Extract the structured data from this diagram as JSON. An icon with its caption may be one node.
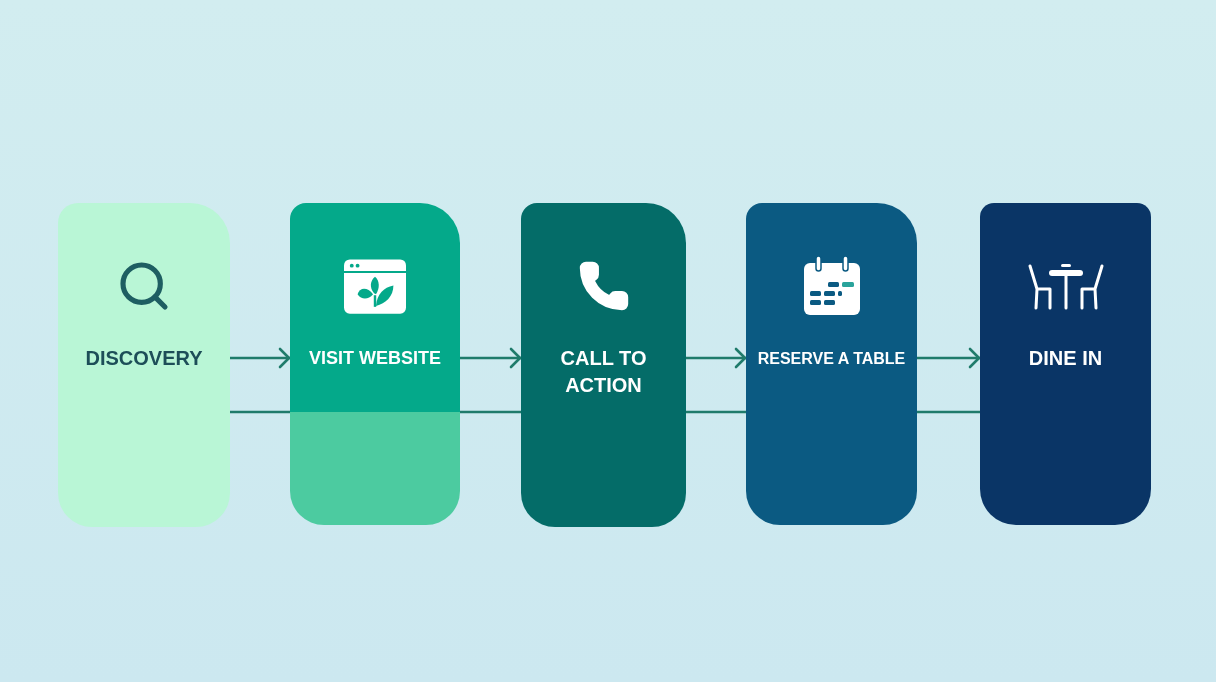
{
  "diagram": {
    "nodes": [
      {
        "text": [
          "DISCOVERY"
        ]
      },
      {
        "text": [
          "VISIT WEBSITE"
        ]
      },
      {
        "text": [
          "CALL TO ACTION"
        ]
      },
      {
        "text": [
          "RESERVE A TABLE"
        ]
      },
      {
        "text": [
          "DINE IN"
        ]
      }
    ],
    "edges": [
      {
        "from": 0,
        "to": 1,
        "arrow": "to"
      },
      {
        "from": 1,
        "to": 2,
        "arrow": "to"
      },
      {
        "from": 2,
        "to": 3,
        "arrow": "to"
      },
      {
        "from": 3,
        "to": 4,
        "arrow": "to"
      },
      {
        "from": 0,
        "to": 1,
        "arrow": "none"
      },
      {
        "from": 1,
        "to": 2,
        "arrow": "none"
      },
      {
        "from": 2,
        "to": 3,
        "arrow": "none"
      },
      {
        "from": 3,
        "to": 4,
        "arrow": "none"
      }
    ]
  }
}
